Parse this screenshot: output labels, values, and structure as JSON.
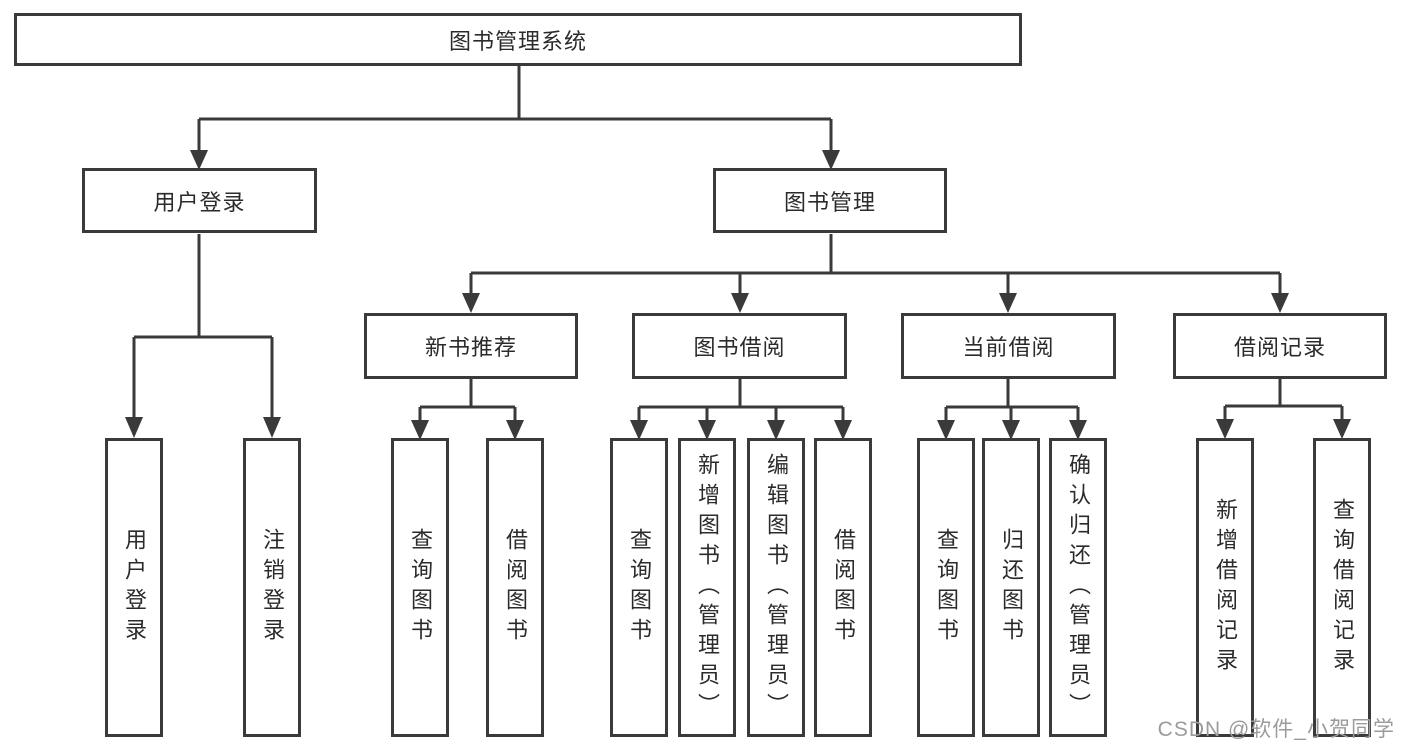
{
  "nodes": {
    "root": {
      "label": "图书管理系统"
    },
    "level2": [
      {
        "label": "用户登录"
      },
      {
        "label": "图书管理"
      }
    ],
    "level3": [
      {
        "label": "新书推荐"
      },
      {
        "label": "图书借阅"
      },
      {
        "label": "当前借阅"
      },
      {
        "label": "借阅记录"
      }
    ],
    "leaves": [
      {
        "label": "用户登录"
      },
      {
        "label": "注销登录"
      },
      {
        "label": "查询图书"
      },
      {
        "label": "借阅图书"
      },
      {
        "label": "查询图书"
      },
      {
        "label": "新增图书（管理员）"
      },
      {
        "label": "编辑图书（管理员）"
      },
      {
        "label": "借阅图书"
      },
      {
        "label": "查询图书"
      },
      {
        "label": "归还图书"
      },
      {
        "label": "确认归还（管理员）"
      },
      {
        "label": "新增借阅记录"
      },
      {
        "label": "查询借阅记录"
      }
    ]
  },
  "watermark": {
    "text": "CSDN @软件_小贺同学"
  },
  "colors": {
    "line": "#3a3a3a",
    "box_border": "#3a3a3a",
    "text": "#2b2b2b",
    "background": "#ffffff",
    "watermark": "#9b9b9b"
  }
}
